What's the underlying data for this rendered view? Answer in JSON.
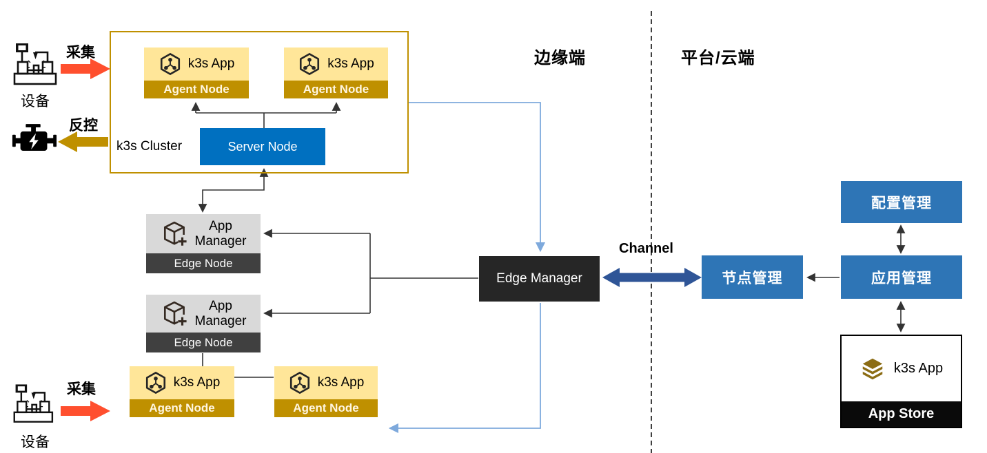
{
  "section_labels": {
    "edge": "边缘端",
    "cloud": "平台/云端"
  },
  "devices": {
    "top": {
      "name": "设备",
      "flow": "采集"
    },
    "control_flow": "反控",
    "bottom": {
      "name": "设备",
      "flow": "采集"
    }
  },
  "cluster": {
    "label": "k3s Cluster",
    "server_node": "Server Node",
    "agents": [
      {
        "app": "k3s App",
        "node": "Agent Node"
      },
      {
        "app": "k3s App",
        "node": "Agent Node"
      }
    ]
  },
  "edge_hosts": [
    {
      "title_line1": "App",
      "title_line2": "Manager",
      "node": "Edge Node"
    },
    {
      "title_line1": "App",
      "title_line2": "Manager",
      "node": "Edge Node"
    }
  ],
  "bottom_agents": [
    {
      "app": "k3s App",
      "node": "Agent Node"
    },
    {
      "app": "k3s App",
      "node": "Agent Node"
    }
  ],
  "edge_manager_label": "Edge Manager",
  "channel_label": "Channel",
  "cloud": {
    "config_mgmt": "配置管理",
    "node_mgmt": "节点管理",
    "app_mgmt": "应用管理",
    "app_store": {
      "app": "k3s App",
      "label": "App Store"
    }
  },
  "icons": {
    "device": "machine-device-icon",
    "engine": "engine-icon",
    "k3s_app": "hexagon-network-icon",
    "app_manager": "cube-plus-icon",
    "app_store": "layers-icon"
  },
  "colors": {
    "gold": "#BF9000",
    "light_yellow": "#FFE699",
    "server_blue": "#0070C0",
    "cloud_blue": "#2E75B6",
    "edge_manager_dark": "#262626",
    "edge_node_gray": "#404040",
    "manager_gray": "#D9D9D9",
    "collect_red": "#FF4F2E",
    "channel_navy": "#2F5597",
    "link_blue": "#7EA9DC"
  }
}
